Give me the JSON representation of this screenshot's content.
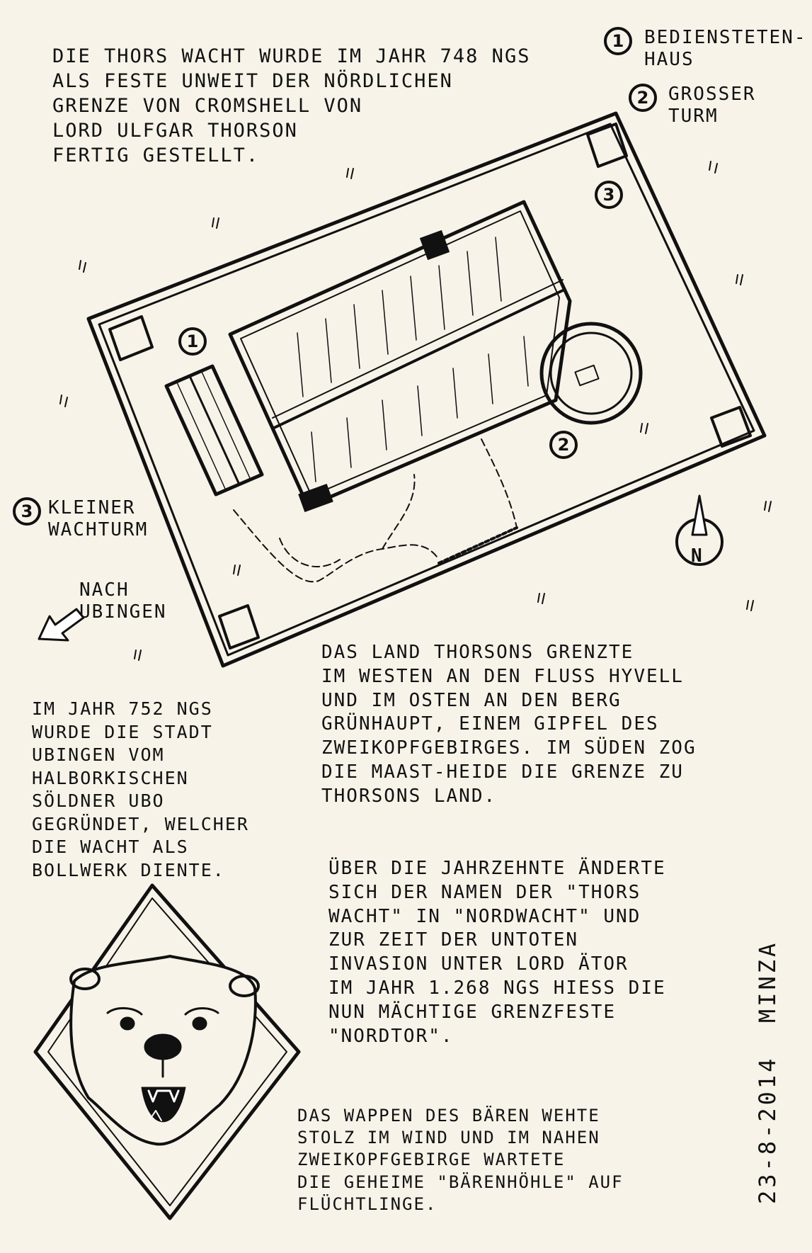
{
  "texts": {
    "intro": "Die Thors Wacht wurde im Jahr 748 NGS\nals Feste unweit der nördlichen\nGrenze von Cromshell von\nLord Ulfgar Thorson\nfertig gestellt.",
    "land": "Das Land Thorsons grenzte\nim Westen an den Fluss Hyvell\nund im Osten an den Berg\nGrünhaupt, einem Gipfel des\nZweikopfgebirges. Im Süden zog\ndie Maast-Heide die Grenze zu\nThorsons Land.",
    "ubingen": "Im Jahr 752 NGS\nwurde die Stadt\nUbingen vom\nhalborkischen\nSöldner Ubo\ngegründet, welcher\ndie Wacht als\nBollwerk diente.",
    "names": "Über die Jahrzehnte änderte\nsich der Namen der \"Thors\nWacht\" in \"Nordwacht\" und\nzur Zeit der untoten\nInvasion unter Lord Ätor\nim Jahr 1.268 NGS hiess die\nnun mächtige Grenzfeste\n\"Nordtor\".",
    "wappen": "Das Wappen des Bären wehte\nstolz im Wind und im nahen\nZweikopfgebirge wartete\ndie geheime \"Bärenhöhle\" auf\nFlüchtlinge."
  },
  "legend": {
    "item1_num": "1",
    "item1_label": "Bediensteten-\nHaus",
    "item2_num": "2",
    "item2_label": "Grosser\nTurm",
    "item3_num": "3",
    "item3_label": "Kleiner\nWachturm"
  },
  "map": {
    "marker1": "1",
    "marker2": "2",
    "marker3": "3",
    "compass": "N",
    "direction": "Nach\nUbingen"
  },
  "signature": "Minza",
  "date": "23-8-2014"
}
